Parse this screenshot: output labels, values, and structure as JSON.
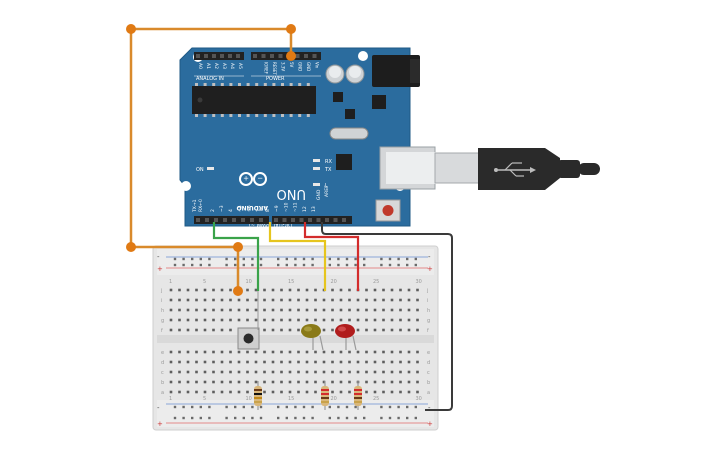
{
  "board": {
    "brand": "ARDUINO",
    "model": "UNO",
    "digital_label": "DIGITAL (PWM ~)",
    "analog_label": "ANALOG IN",
    "power_label": "POWER",
    "on_label": "ON",
    "tx_label": "TX",
    "rx_label": "RX",
    "l_label": "L",
    "txd_label": "TX→1",
    "rxd_label": "RX←0",
    "aref_label": "AREF",
    "gnd_label": "GND",
    "analog_pins": [
      "A0",
      "A1",
      "A2",
      "A3",
      "A4",
      "A5"
    ],
    "power_pins": [
      "IOREF",
      "RESET",
      "3.3V",
      "5V",
      "GND",
      "GND",
      "Vin"
    ],
    "digital_pins": [
      "13",
      "12",
      "~11",
      "~10",
      "~9",
      "8",
      "7",
      "~6",
      "~5",
      "4",
      "~3",
      "2"
    ]
  },
  "breadboard": {
    "row_letters_top": [
      "j",
      "i",
      "h",
      "g",
      "f"
    ],
    "row_letters_bottom": [
      "e",
      "d",
      "c",
      "b",
      "a"
    ],
    "rail_plus": "+",
    "rail_minus": "-",
    "columns": 30
  },
  "colors": {
    "board": "#2b6c9e",
    "wire_power": "#d98a2b",
    "wire_green": "#3aa34a",
    "wire_yellow": "#e6c51e",
    "wire_red": "#d32c2c",
    "wire_black": "#3a3a3a",
    "led_yellow": "#8a7a18",
    "led_red": "#b01c1c",
    "rail_red": "#e06a6a",
    "rail_blue": "#6a8fd0"
  },
  "components": {
    "icons": [
      "pushbutton-icon",
      "yellow-led-icon",
      "red-led-icon",
      "resistor-icon",
      "usb-cable-icon"
    ]
  }
}
